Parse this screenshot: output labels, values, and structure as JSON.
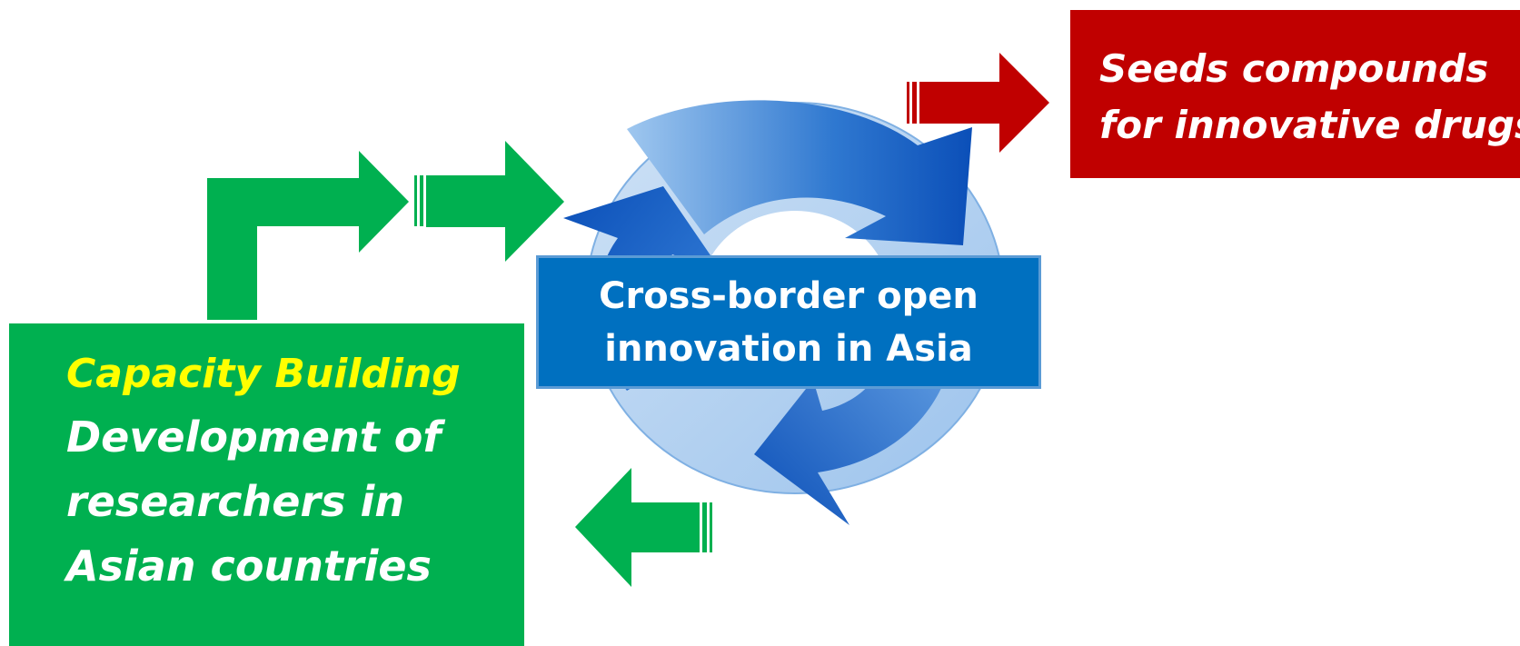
{
  "seeds": {
    "lines": [
      "Seeds compounds",
      "for innovative drugs"
    ]
  },
  "innovation": {
    "lines": [
      "Cross-border open",
      "innovation in Asia"
    ]
  },
  "capacity": {
    "title": "Capacity Building",
    "lines": [
      "Development of",
      "researchers in",
      "Asian countries"
    ]
  },
  "colors": {
    "green": "#00b050",
    "red": "#c00000",
    "blue": "#0070c0",
    "yellow": "#ffff00"
  }
}
